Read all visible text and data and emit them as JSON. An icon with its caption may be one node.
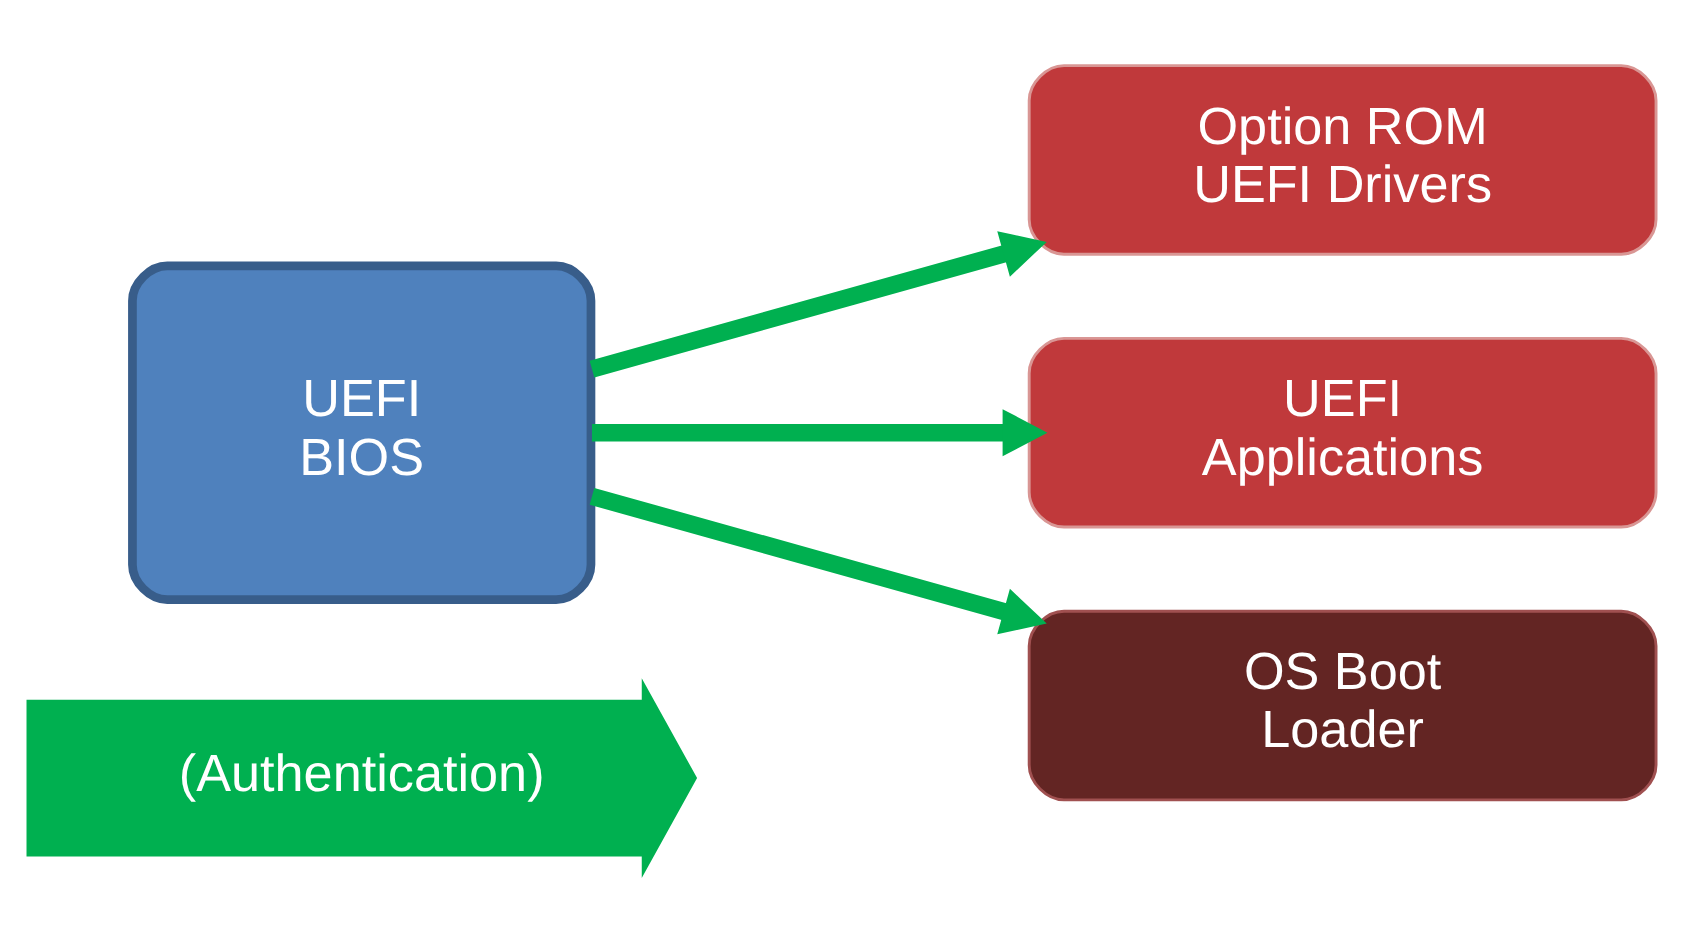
{
  "diagram": {
    "nodes": [
      {
        "text": [
          "(Authentication)"
        ]
      },
      {
        "text": [
          "UEFI BIOS"
        ]
      },
      {
        "text": [
          "Option ROM UEFI Drivers"
        ]
      },
      {
        "text": [
          "UEFI Applications"
        ]
      },
      {
        "text": [
          "OS Boot Loader"
        ]
      }
    ],
    "edges": [
      {
        "from": 1,
        "to": 2,
        "arrow": "to"
      },
      {
        "from": 1,
        "to": 3,
        "arrow": "to"
      },
      {
        "from": 1,
        "to": 4,
        "arrow": "to"
      }
    ]
  }
}
